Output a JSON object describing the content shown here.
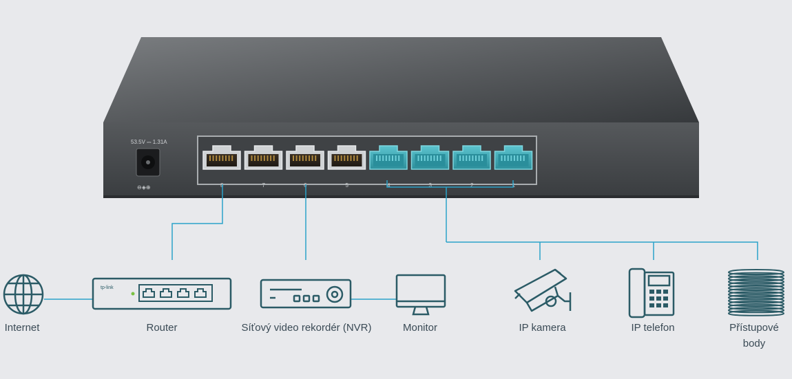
{
  "switch": {
    "power_rating": "53.5V ⎓ 1.31A",
    "polarity_symbol": "⊖◈⊕",
    "ports": [
      {
        "number": "8",
        "poe": false
      },
      {
        "number": "7",
        "poe": false
      },
      {
        "number": "6",
        "poe": false
      },
      {
        "number": "5",
        "poe": false
      },
      {
        "number": "4",
        "poe": true
      },
      {
        "number": "3",
        "poe": true
      },
      {
        "number": "2",
        "poe": true
      },
      {
        "number": "1",
        "poe": true
      }
    ]
  },
  "devices": {
    "internet": "Internet",
    "router": "Router",
    "router_brand": "tp-link",
    "nvr": "Síťový video rekordér (NVR)",
    "monitor": "Monitor",
    "ip_camera": "IP kamera",
    "ip_phone": "IP telefon",
    "access_points_line1": "Přístupové",
    "access_points_line2": "body"
  },
  "colors": {
    "background": "#e8e9ec",
    "switch_body": "#4a4d50",
    "poe_port": "#3fa7b4",
    "connector": "#2ba3c9",
    "icon": "#2b5b66"
  },
  "icons": [
    "globe-icon",
    "router-icon",
    "nvr-icon",
    "monitor-icon",
    "camera-icon",
    "phone-icon",
    "access-point-icon"
  ]
}
